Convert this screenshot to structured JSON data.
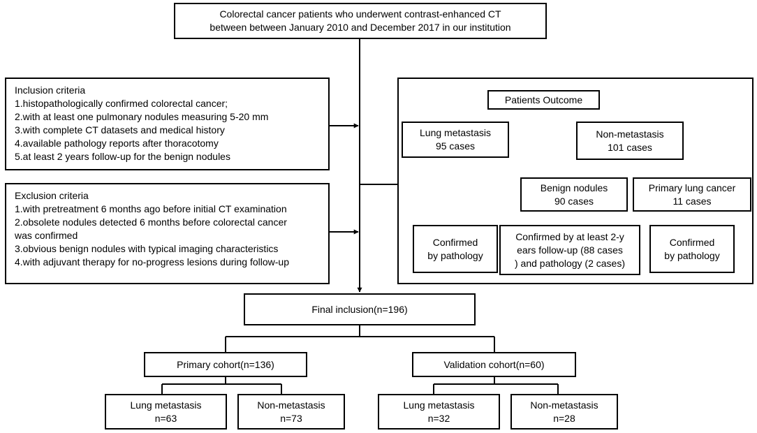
{
  "source": {
    "line1": "Colorectal cancer patients who underwent contrast-enhanced CT",
    "line2": "between between January 2010 and December 2017 in our institution"
  },
  "inclusion": {
    "heading": "Inclusion criteria",
    "items": [
      "1.histopathologically confirmed colorectal cancer;",
      "2.with at least one pulmonary nodules measuring 5-20 mm",
      "3.with complete CT datasets and medical history",
      "4.available pathology reports after thoracotomy",
      "5.at least 2 years follow-up for the benign nodules"
    ]
  },
  "exclusion": {
    "heading": "Exclusion criteria",
    "items": [
      "1.with pretreatment 6 months ago before initial CT examination",
      "2.obsolete nodules detected 6 months before colorectal cancer",
      "was confirmed",
      "3.obvious benign nodules with typical imaging characteristics",
      "4.with adjuvant therapy for no-progress lesions during follow-up"
    ]
  },
  "outcome": {
    "title": "Patients Outcome",
    "lung_metastasis": {
      "line1": "Lung metastasis",
      "line2": "95 cases"
    },
    "non_metastasis": {
      "line1": "Non-metastasis",
      "line2": "101 cases"
    },
    "benign": {
      "line1": "Benign nodules",
      "line2": "90 cases"
    },
    "primary_lung": {
      "line1": "Primary lung cancer",
      "line2": "11 cases"
    },
    "confirmed_pathology_a": {
      "line1": "Confirmed",
      "line2": "by pathology"
    },
    "confirmed_followup": {
      "line1": "Confirmed by at least 2-y",
      "line2": "ears follow-up (88 cases",
      "line3": ") and pathology (2 cases)"
    },
    "confirmed_pathology_b": {
      "line1": "Confirmed",
      "line2": "by pathology"
    }
  },
  "final": {
    "label": "Final inclusion(n=196)"
  },
  "primary_cohort": {
    "label": "Primary cohort(n=136)",
    "lung": {
      "line1": "Lung metastasis",
      "line2": "n=63"
    },
    "non": {
      "line1": "Non-metastasis",
      "line2": "n=73"
    }
  },
  "validation_cohort": {
    "label": "Validation cohort(n=60)",
    "lung": {
      "line1": "Lung metastasis",
      "line2": "n=32"
    },
    "non": {
      "line1": "Non-metastasis",
      "line2": "n=28"
    }
  },
  "colors": {
    "line": "#000000",
    "background": "#ffffff"
  }
}
